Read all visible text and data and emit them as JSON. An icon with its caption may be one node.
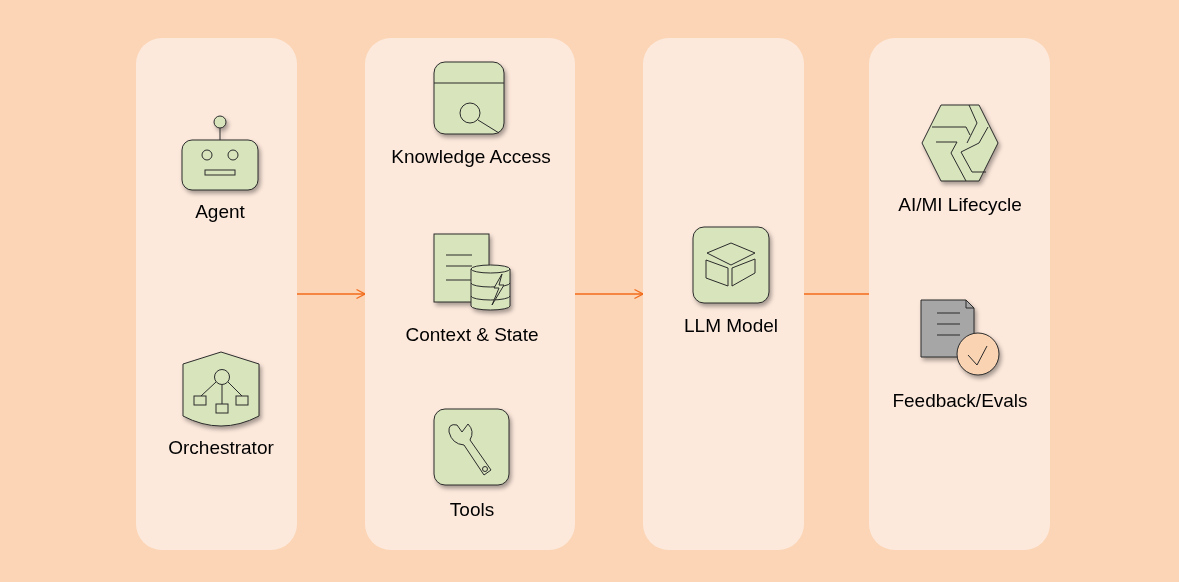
{
  "diagram": {
    "nodes": [
      {
        "text": [],
        "shape": "box"
      },
      {
        "text": [
          "Agent"
        ],
        "in": 0
      },
      {
        "text": [
          "Orchestrator"
        ],
        "in": 0
      },
      {
        "text": [],
        "shape": "box"
      },
      {
        "text": [
          "Knowledge Access"
        ],
        "in": 3
      },
      {
        "text": [
          "Context & State"
        ],
        "in": 3
      },
      {
        "text": [
          "Tools"
        ],
        "in": 3
      },
      {
        "text": [],
        "shape": "box"
      },
      {
        "text": [
          "LLM Model"
        ],
        "in": 7
      },
      {
        "text": [],
        "shape": "box"
      },
      {
        "text": [
          "AI/MI Lifecycle"
        ],
        "in": 9
      },
      {
        "text": [
          "Feedback/Evals"
        ],
        "in": 9
      }
    ],
    "edges": [
      {
        "from": 0,
        "to": 3,
        "arrow": "to"
      },
      {
        "from": 3,
        "to": 7,
        "arrow": "to"
      },
      {
        "from": 7,
        "to": 9,
        "arrow": "none"
      }
    ]
  }
}
